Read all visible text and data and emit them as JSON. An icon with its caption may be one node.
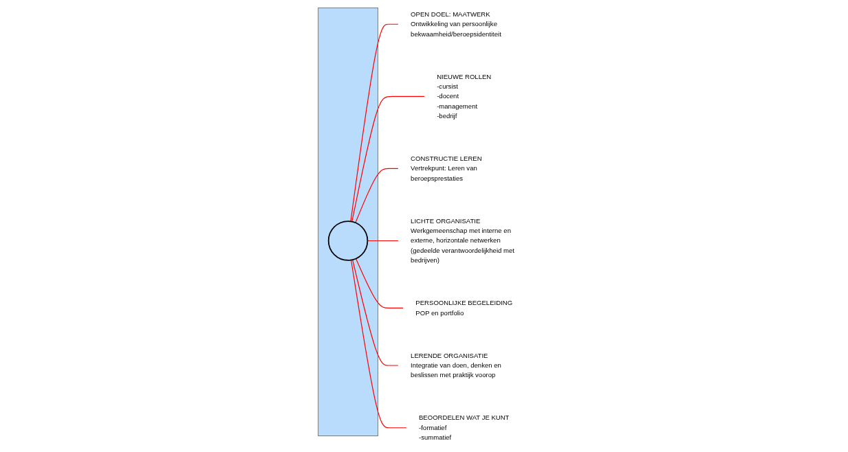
{
  "diagram": {
    "nodes": [
      {
        "text": [
          "OPEN DOEL: MAATWERK",
          "Ontwikkeling van persoonlijke bekwaamheid/beroepsidentiteit"
        ]
      },
      {
        "text": [
          "NIEUWE ROLLEN",
          "-cursist",
          "-docent",
          "-management",
          "-bedrijf"
        ]
      },
      {
        "text": [
          "CONSTRUCTIE LEREN",
          "Vertrekpunt: Leren van beroepsprestaties"
        ]
      },
      {
        "text": [],
        "shape": "box"
      },
      {
        "text": [],
        "shape": "circle",
        "in": 3
      },
      {
        "text": [
          "LICHTE ORGANISATIE",
          "Werkgemeenschap met interne en externe, horizontale netwerken (gedeelde verantwoordelijkheid met bedrijven)"
        ]
      },
      {
        "text": [
          "PERSOONLIJKE BEGELEIDING",
          "POP en portfolio"
        ]
      },
      {
        "text": [
          "LERENDE ORGANISATIE",
          "Integratie van doen, denken en beslissen met praktijk voorop"
        ]
      },
      {
        "text": [
          "BEOORDELEN WAT JE KUNT",
          "-formatief",
          "-summatief"
        ]
      }
    ],
    "edges": [
      {
        "from": 4,
        "to": 0,
        "arrow": "none"
      },
      {
        "from": 4,
        "to": 1,
        "arrow": "none"
      },
      {
        "from": 4,
        "to": 2,
        "arrow": "none"
      },
      {
        "from": 4,
        "to": 5,
        "arrow": "none"
      },
      {
        "from": 4,
        "to": 6,
        "arrow": "none"
      },
      {
        "from": 4,
        "to": 7,
        "arrow": "none"
      },
      {
        "from": 4,
        "to": 8,
        "arrow": "none"
      }
    ]
  }
}
